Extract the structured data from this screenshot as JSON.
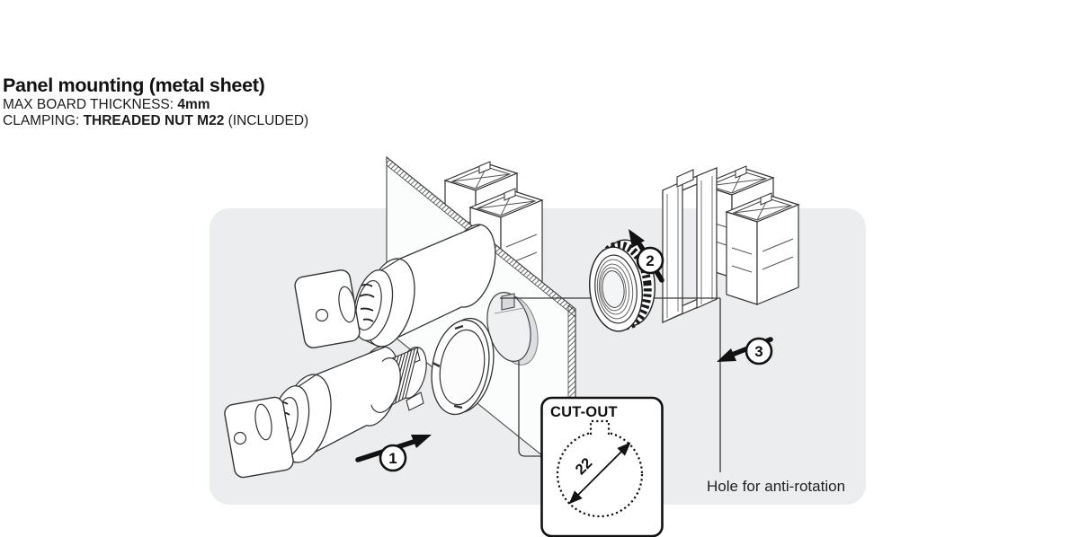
{
  "header": {
    "title": "Panel mounting (metal sheet)",
    "spec_thickness_label": "MAX BOARD THICKNESS: ",
    "spec_thickness_value": "4mm",
    "spec_clamping_label": "CLAMPING: ",
    "spec_clamping_value": "THREADED NUT M22",
    "spec_clamping_note": " (INCLUDED)"
  },
  "diagram": {
    "steps": [
      "1",
      "2",
      "3"
    ],
    "cutout": {
      "label": "CUT-OUT",
      "diameter": "22"
    },
    "annotation_hole": "Hole for anti-rotation",
    "colors": {
      "page_bg": "#ffffff",
      "stage_bg": "#ebedef",
      "line_art": "#2d2d2d",
      "accent_black": "#111111"
    }
  }
}
